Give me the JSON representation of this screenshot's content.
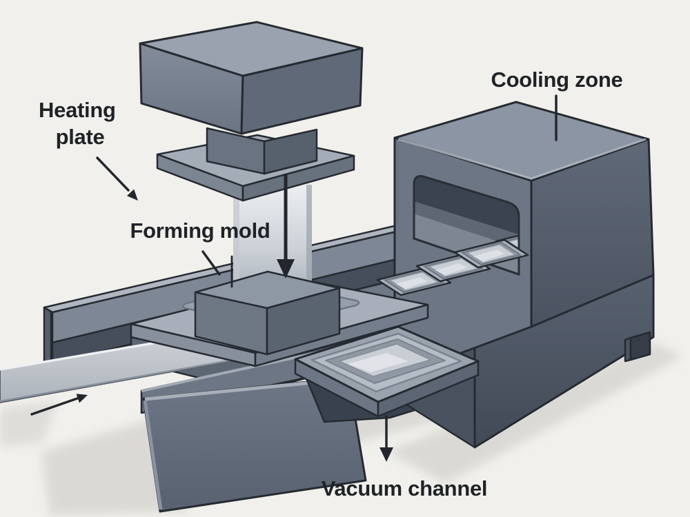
{
  "figure": {
    "kind": "technical-illustration",
    "subject": "thermoforming-machine-process"
  },
  "labels": {
    "heating_plate": {
      "lines": [
        "Heating",
        "plate"
      ]
    },
    "forming_mold": {
      "text": "Forming mold"
    },
    "cooling_zone": {
      "text": "Cooling zone"
    },
    "vacuum_channel": {
      "text": "Vacuum channel"
    }
  },
  "annotations": {
    "heating_plate_arrow": "arrow-down-right-icon",
    "forming_mold_leader": "leader-line",
    "cooling_zone_leader": "leader-line-vertical",
    "vacuum_channel_arrow": "arrow-down-icon",
    "film_feed_arrow": "arrow-up-right-icon",
    "ram_press_arrow": "arrow-down-icon"
  },
  "palette": {
    "background": "#f1f0ec",
    "outline": "#262a31",
    "label_text": "#1f2226",
    "steel_light": "#a9b1bb",
    "steel_mid": "#7d8694",
    "steel_dark": "#5a6370",
    "steel_deep": "#3c4350",
    "film_sheet": "#c7ccd2",
    "tray_highlight": "#dfe2e7",
    "ground_shadow": "#c9c8c3"
  }
}
